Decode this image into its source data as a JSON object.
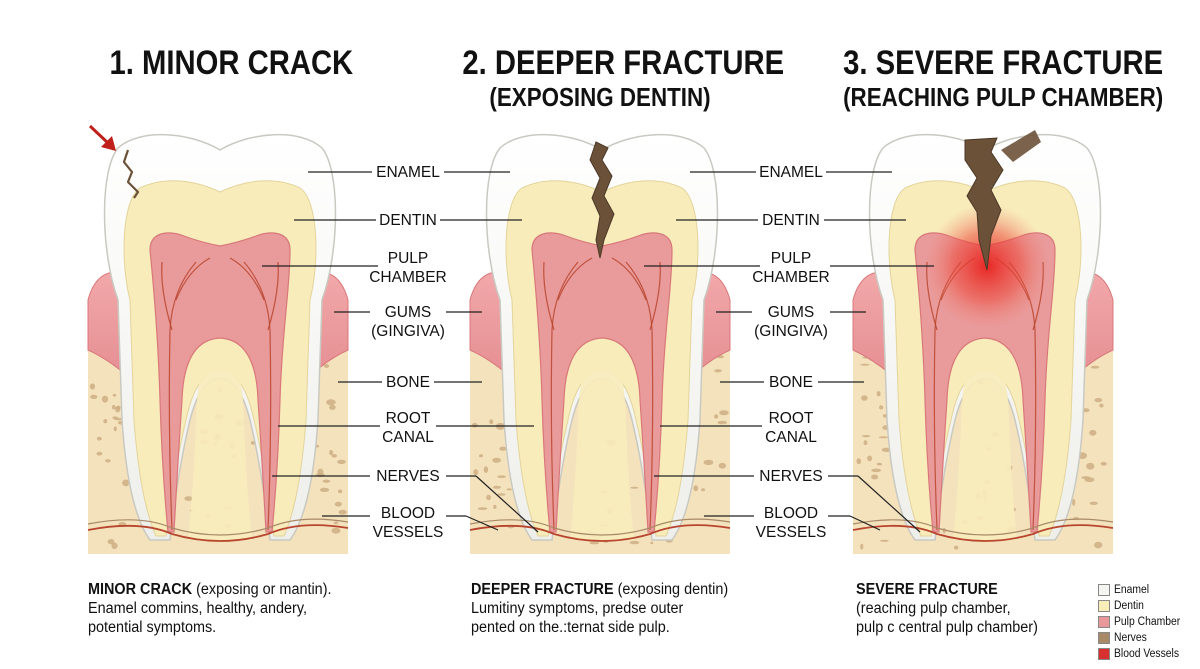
{
  "panels": [
    {
      "title": "1. MINOR CRACK",
      "subtitle": ""
    },
    {
      "title": "2. DEEPER FRACTURE",
      "subtitle": "(EXPOSING DENTIN)"
    },
    {
      "title": "3. SEVERE FRACTURE",
      "subtitle": "(REACHING PULP CHAMBER)"
    }
  ],
  "labels": {
    "enamel": "ENAMEL",
    "dentin": "DENTIN",
    "pulp_1": "PULP",
    "pulp_2": "CHAMBER",
    "gums_1": "GUMS",
    "gums_2": "(GINGIVA)",
    "bone": "BONE",
    "root_1": "ROOT",
    "root_2": "CANAL",
    "nerves": "NERVES",
    "blood_1": "BLOOD",
    "blood_2": "VESSELS"
  },
  "captions": [
    {
      "bold": "MINOR CRACK",
      "rest": " (exposing or mantin).",
      "line2": "Enamel commins, healthy, andery,",
      "line3": "potential symptoms."
    },
    {
      "bold": "DEEPER FRACTURE",
      "rest": " (exposing dentin)",
      "line2": "Lumitiny symptoms, predse outer",
      "line3": "pented on the.:ternat side pulp."
    },
    {
      "bold": "SEVERE FRACTURE",
      "rest": "",
      "line2": "(reaching pulp chamber,",
      "line3": "pulp c central pulp chamber)"
    }
  ],
  "legend": [
    {
      "label": "Enamel",
      "color": "#f4f4f0"
    },
    {
      "label": "Dentin",
      "color": "#f7edb8"
    },
    {
      "label": "Pulp Chamber",
      "color": "#e8989a"
    },
    {
      "label": "Nerves",
      "color": "#a88a68"
    },
    {
      "label": "Blood Vessels",
      "color": "#d8302e"
    }
  ],
  "colors": {
    "enamel": "#f4f4f0",
    "dentin": "#f8ecbb",
    "pulp": "#e99a9a",
    "pulp_dark": "#d9787a",
    "gum": "#ee9ea0",
    "gum_dark": "#d9787c",
    "bone": "#f4e2bd",
    "bone_spot": "#ccae82",
    "crack": "#6b5138",
    "vessel": "#b8452e",
    "arrow": "#c0201c",
    "inflamed": "#e8201e"
  }
}
